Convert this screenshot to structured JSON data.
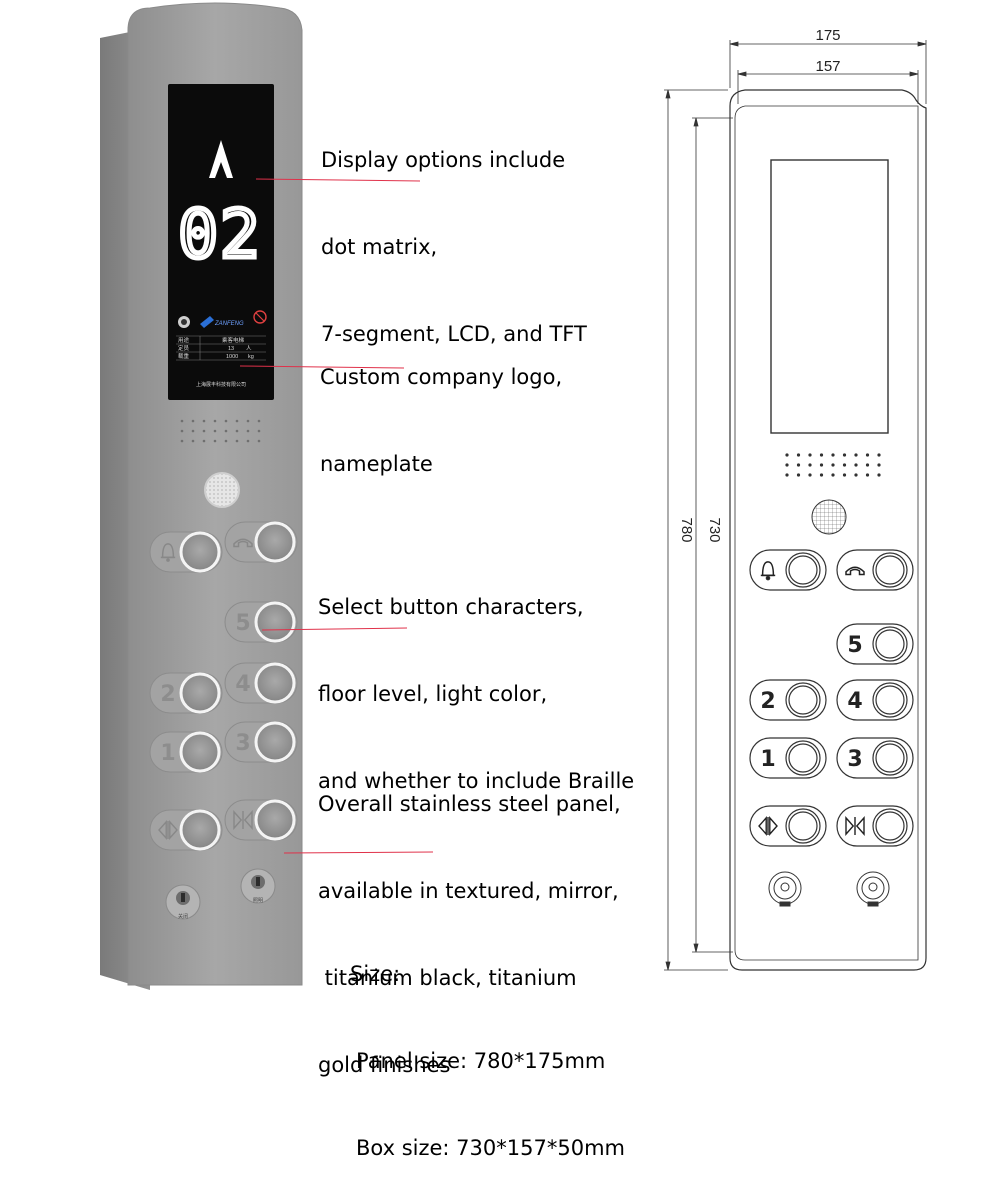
{
  "display": {
    "floor_number": "02",
    "brand_text": "ZANFENG",
    "info_rows": [
      {
        "label": "用途",
        "value": "乘客电梯",
        "unit": ""
      },
      {
        "label": "定员",
        "value": "13",
        "unit": "人"
      },
      {
        "label": "载重",
        "value": "1000",
        "unit": "kg"
      }
    ],
    "company_text": "上海展丰科技有限公司"
  },
  "panel_buttons": [
    {
      "id": "alarm",
      "symbol": "bell-icon"
    },
    {
      "id": "phone",
      "symbol": "phone-icon"
    },
    {
      "id": "floor5",
      "label": "5"
    },
    {
      "id": "floor2",
      "label": "2"
    },
    {
      "id": "floor4",
      "label": "4"
    },
    {
      "id": "floor1",
      "label": "1"
    },
    {
      "id": "floor3",
      "label": "3"
    },
    {
      "id": "door-open",
      "symbol": "door-open-icon"
    },
    {
      "id": "door-close",
      "symbol": "door-close-icon"
    }
  ],
  "key_switch_labels": [
    "关闭",
    "照明"
  ],
  "annotations": [
    [
      "Display options include",
      "dot matrix,",
      "7-segment, LCD, and TFT"
    ],
    [
      "Custom company logo,",
      "nameplate"
    ],
    [
      "Select button characters,",
      "floor level, light color,",
      "and whether to include Braille"
    ],
    [
      "Overall stainless steel panel,",
      "available in textured, mirror,",
      " titanium black, titanium",
      "gold finishes"
    ]
  ],
  "size_block": {
    "title": "Size:",
    "panel": "Panel size: 780*175mm",
    "box": "Box size: 730*157*50mm"
  },
  "dimensions": {
    "width_outer": "175",
    "width_inner": "157",
    "height_outer": "780",
    "height_inner": "730"
  },
  "colors": {
    "steel": "#9c9c9c",
    "steel_dark": "#7f7f7f",
    "display_bg": "#0b0b0b",
    "leader_line": "#e0314a",
    "drawing_line": "#333333"
  }
}
